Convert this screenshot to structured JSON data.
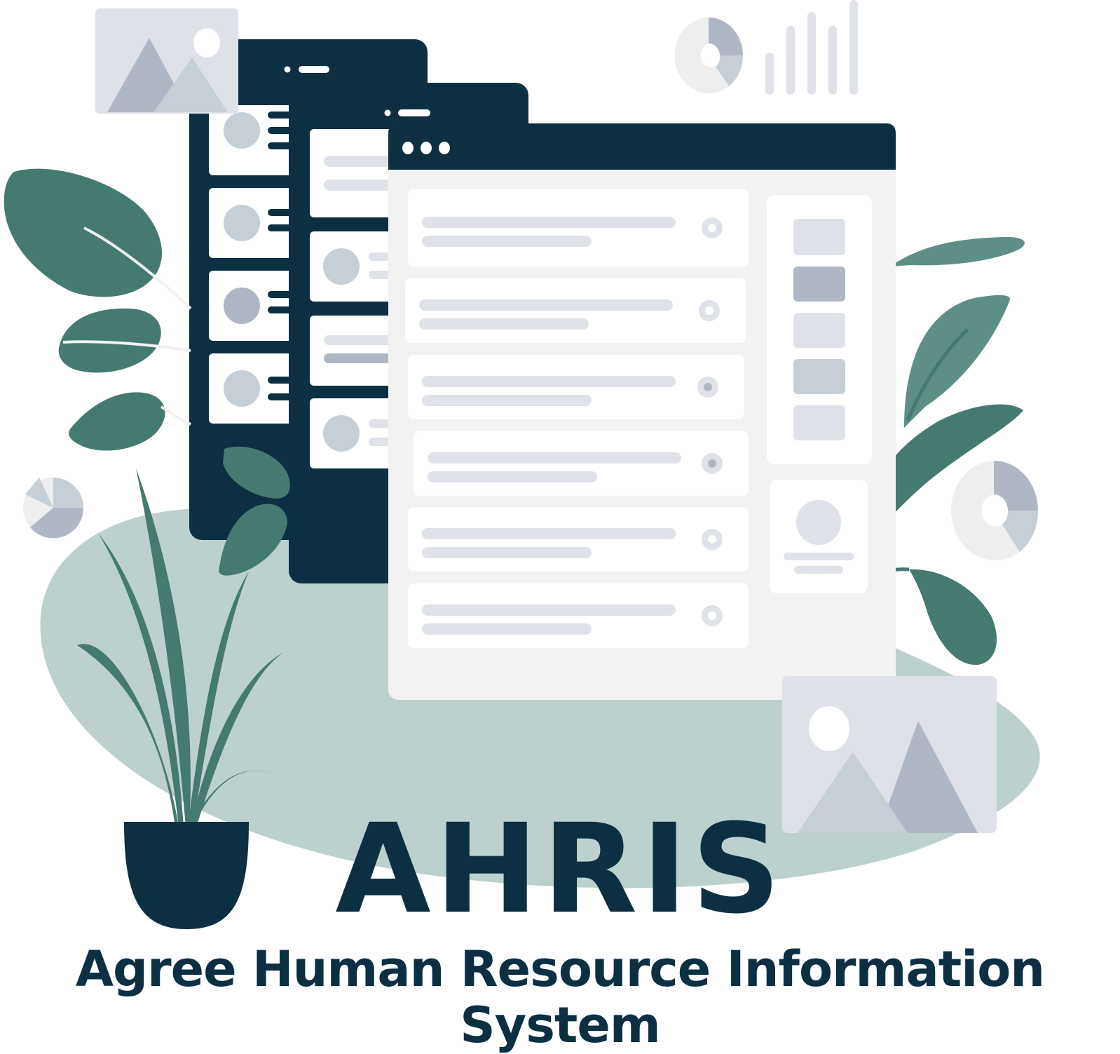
{
  "branding": {
    "title": "AHRIS",
    "subtitle": "Agree Human Resource Information System"
  },
  "colors": {
    "navy": "#0c3042",
    "leaf_dark": "#447a70",
    "leaf_light": "#5d8f86",
    "blob": "#bcd0ce",
    "panel_bg": "#f2f2f2",
    "card_bg": "#ffffff",
    "skeleton": "#dfe2e8",
    "gray_mid": "#aeb7c3",
    "gray_light": "#c5cfd5",
    "placeholder_bg": "#dee1e8"
  },
  "icons": [
    "image-placeholder-icon",
    "donut-chart-icon",
    "bar-chart-icon",
    "pie-chart-icon",
    "avatar-icon",
    "window-dots-icon"
  ],
  "scene": {
    "back_window_rows": 4,
    "middle_window_rows": 4,
    "front_window_list_rows": 6,
    "sidebar_swatches": 5
  }
}
